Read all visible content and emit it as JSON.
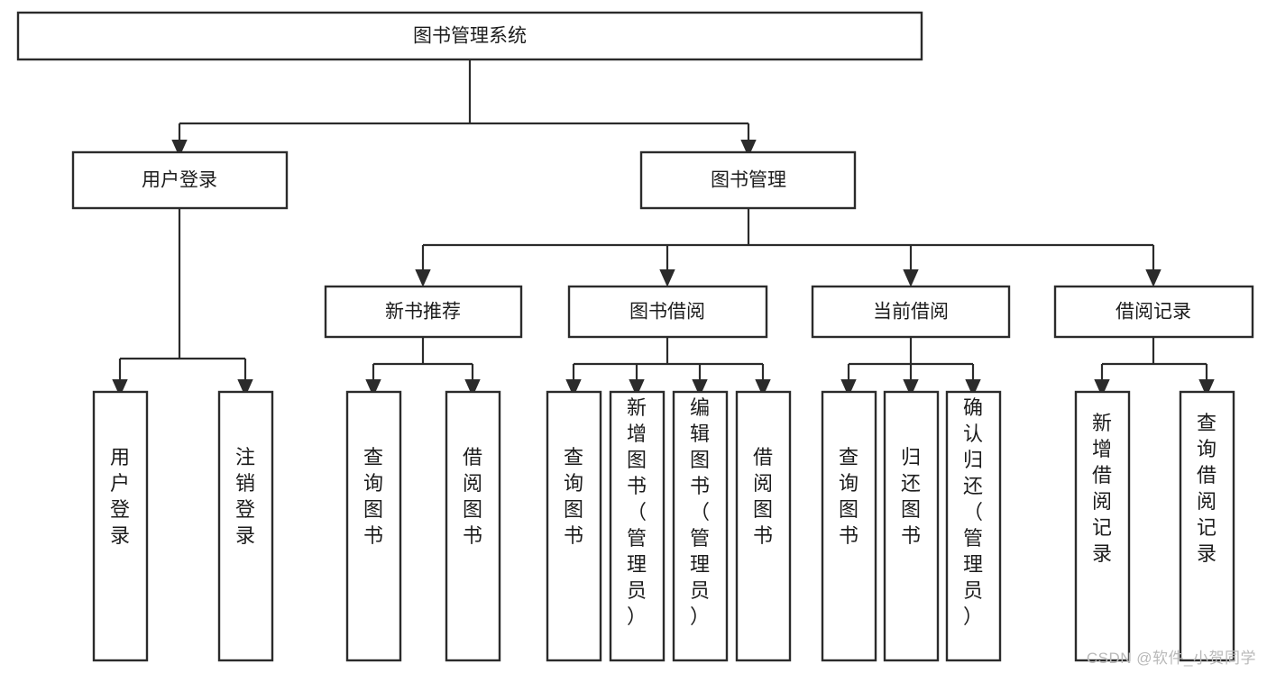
{
  "diagram": {
    "type": "tree-hierarchy-chart",
    "title": "图书管理系统",
    "colors": {
      "stroke": "#2b2b2b",
      "box_fill": "#ffffff",
      "text": "#1c1c1c",
      "background": "#ffffff",
      "watermark": "#b9b9b9"
    },
    "root": {
      "label": "图书管理系统",
      "orientation": "horizontal"
    },
    "level2": [
      {
        "label": "用户登录",
        "orientation": "horizontal"
      },
      {
        "label": "图书管理",
        "orientation": "horizontal"
      }
    ],
    "level3": [
      {
        "label": "新书推荐",
        "orientation": "horizontal"
      },
      {
        "label": "图书借阅",
        "orientation": "horizontal"
      },
      {
        "label": "当前借阅",
        "orientation": "horizontal"
      },
      {
        "label": "借阅记录",
        "orientation": "horizontal"
      }
    ],
    "leaves": {
      "user_login": [
        {
          "label": "用户登录",
          "orientation": "vertical"
        },
        {
          "label": "注销登录",
          "orientation": "vertical"
        }
      ],
      "new_book_recommend": [
        {
          "label": "查询图书",
          "orientation": "vertical"
        },
        {
          "label": "借阅图书",
          "orientation": "vertical"
        }
      ],
      "book_borrow": [
        {
          "label": "查询图书",
          "orientation": "vertical"
        },
        {
          "label": "新增图书（管理员）",
          "orientation": "vertical"
        },
        {
          "label": "编辑图书（管理员）",
          "orientation": "vertical"
        },
        {
          "label": "借阅图书",
          "orientation": "vertical"
        }
      ],
      "current_borrow": [
        {
          "label": "查询图书",
          "orientation": "vertical"
        },
        {
          "label": "归还图书",
          "orientation": "vertical"
        },
        {
          "label": "确认归还（管理员）",
          "orientation": "vertical"
        }
      ],
      "borrow_records": [
        {
          "label": "新增借阅记录",
          "orientation": "vertical"
        },
        {
          "label": "查询借阅记录",
          "orientation": "vertical"
        }
      ]
    },
    "watermark": "CSDN @软件_小贺同学"
  }
}
